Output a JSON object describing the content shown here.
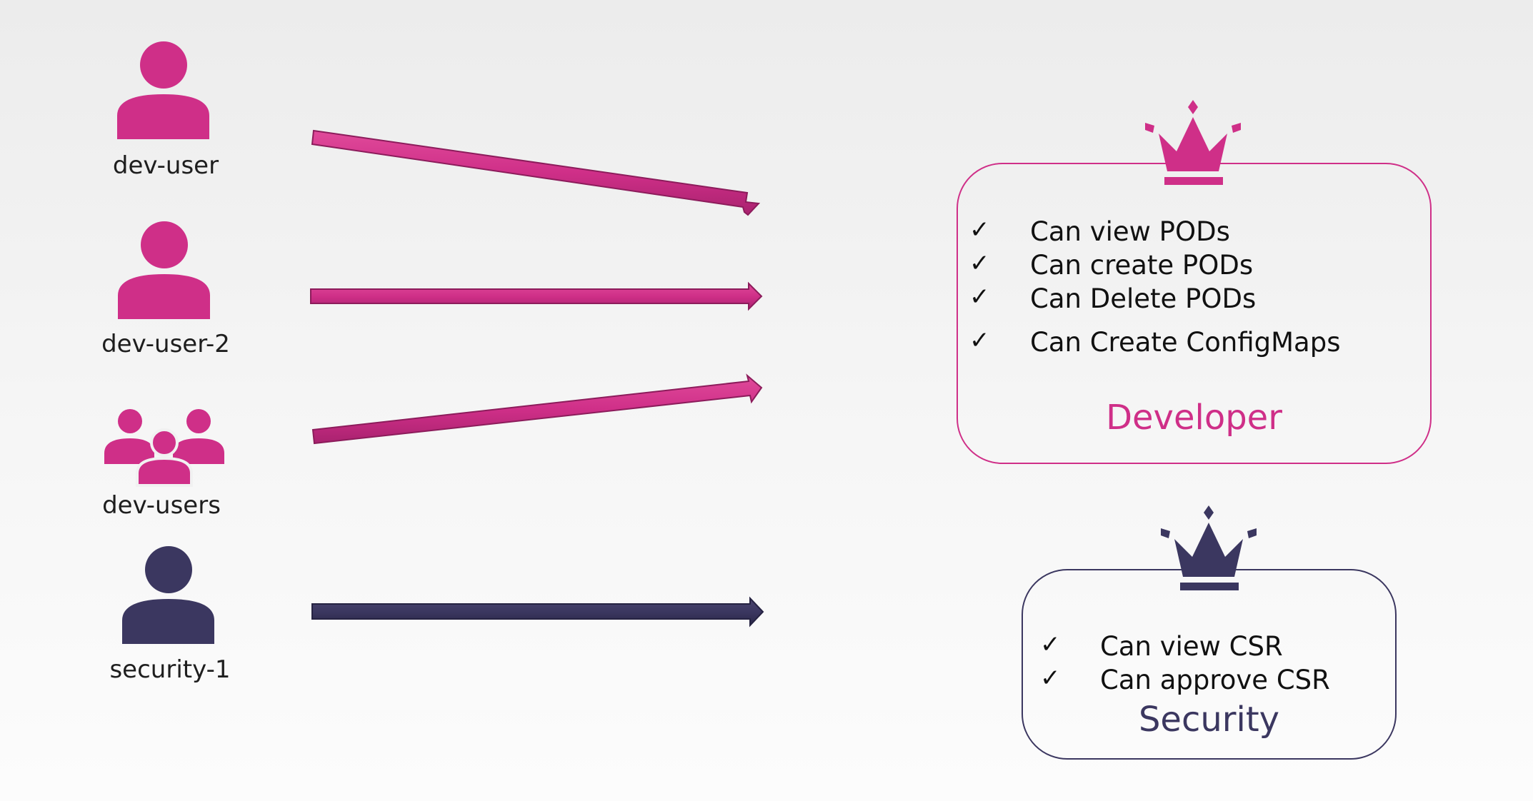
{
  "colors": {
    "pink": "#cf2f88",
    "pink_dark": "#8c1c5b",
    "navy": "#3b3760",
    "navy_dark": "#262342",
    "text": "#1e1e1e"
  },
  "subjects": [
    {
      "label": "dev-user",
      "icon": "user-icon",
      "color": "pink"
    },
    {
      "label": "dev-user-2",
      "icon": "user-icon",
      "color": "pink"
    },
    {
      "label": "dev-users",
      "icon": "users-group-icon",
      "color": "pink"
    },
    {
      "label": "security-1",
      "icon": "user-icon",
      "color": "navy"
    }
  ],
  "roles": {
    "developer": {
      "name": "Developer",
      "icon": "crown-icon",
      "permissions": [
        "Can view PODs",
        "Can create PODs",
        "Can Delete PODs",
        "Can Create ConfigMaps"
      ]
    },
    "security": {
      "name": "Security",
      "icon": "crown-icon",
      "permissions": [
        "Can view CSR",
        "Can approve CSR"
      ]
    }
  },
  "check_glyph": "✓"
}
